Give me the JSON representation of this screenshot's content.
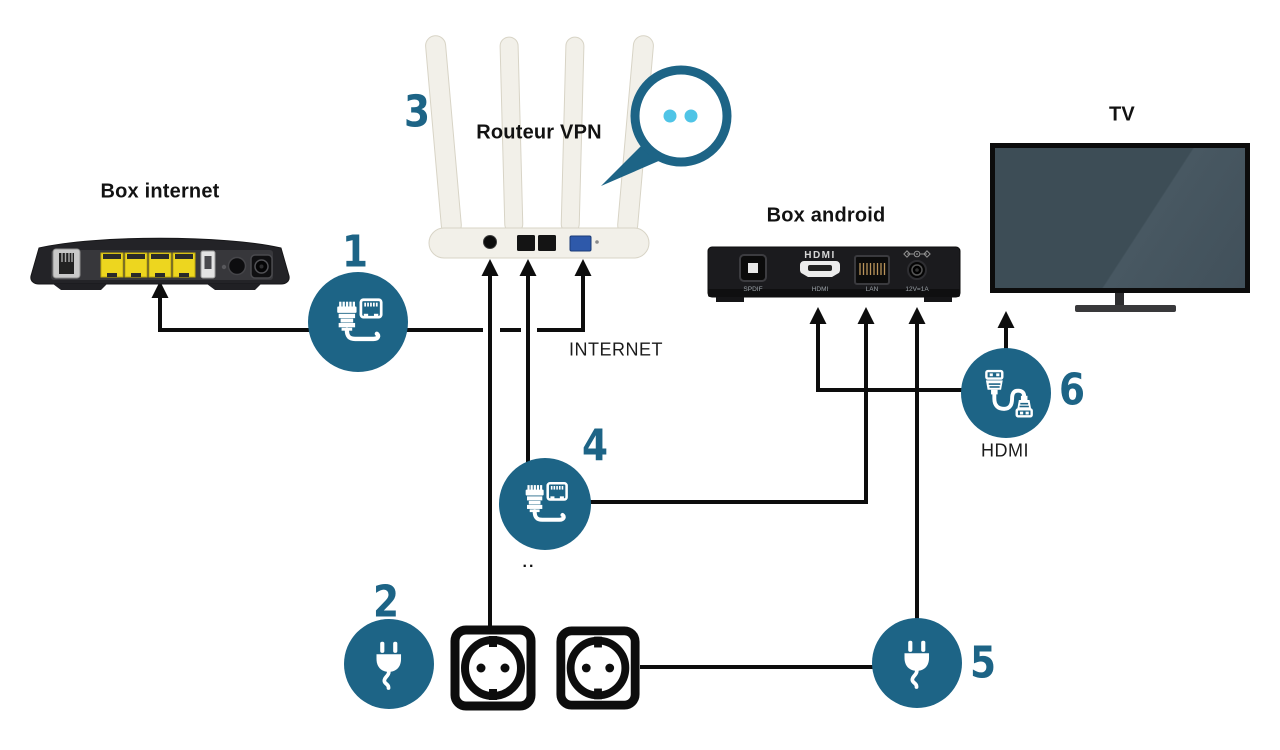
{
  "accent_color": "#1d6486",
  "indicator_dot_color": "#4fc4e6",
  "devices": {
    "modem": {
      "label": "Box internet"
    },
    "router": {
      "label": "Routeur VPN"
    },
    "android_box": {
      "label": "Box android",
      "hdmi_logo": "HDMI",
      "port_labels": {
        "spdif": "SPDIF",
        "hdmi": "HDMI",
        "lan": "LAN",
        "power": "12V=1A"
      }
    },
    "tv": {
      "label": "TV"
    }
  },
  "steps": {
    "s1": {
      "number": "1",
      "icon": "ethernet-cable"
    },
    "s2": {
      "number": "2",
      "icon": "power-plug"
    },
    "s3": {
      "number": "3",
      "icon": "vpn-router"
    },
    "s4": {
      "number": "4",
      "icon": "ethernet-cable"
    },
    "s5": {
      "number": "5",
      "icon": "power-plug"
    },
    "s6": {
      "number": "6",
      "icon": "hdmi-cable"
    }
  },
  "annotations": {
    "internet": "INTERNET",
    "hdmi": "HDMI",
    "ellipsis": ".."
  }
}
